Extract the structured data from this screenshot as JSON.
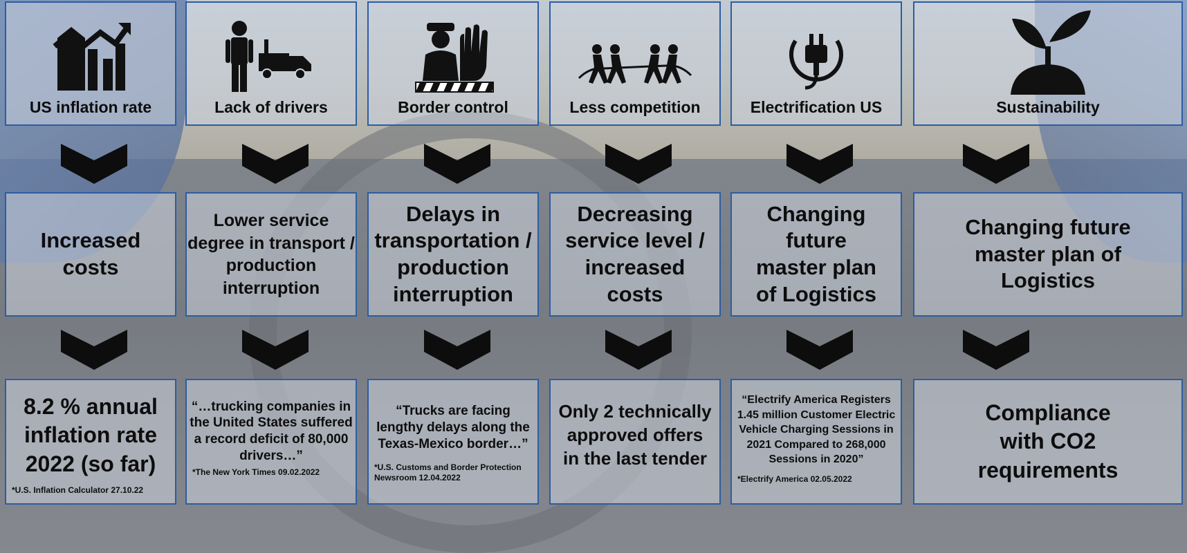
{
  "columns": [
    {
      "icon": "chart-growth-icon",
      "top_label": "US inflation rate",
      "middle": "Increased costs",
      "bottom": "8.2 % annual inflation rate 2022 (so far)",
      "source": "*U.S. Inflation Calculator 27.10.22"
    },
    {
      "icon": "truck-driver-icon",
      "top_label": "Lack of drivers",
      "middle": "Lower service degree in transport / production interruption",
      "bottom": "“…trucking companies in the United States suffered a record deficit of 80,000 drivers…”",
      "source": "*The New York Times 09.02.2022"
    },
    {
      "icon": "border-police-icon",
      "top_label": "Border control",
      "middle": "Delays in transportation / production interruption",
      "bottom": "“Trucks are facing lengthy delays along the Texas-Mexico border…”",
      "source": "*U.S. Customs and Border Protection Newsroom 12.04.2022"
    },
    {
      "icon": "tug-of-war-icon",
      "top_label": "Less competition",
      "middle": "Decreasing service level / increased costs",
      "bottom": "Only 2 technically approved offers in the last tender",
      "source": ""
    },
    {
      "icon": "electric-plug-icon",
      "top_label": "Electrification US",
      "middle": "Changing future master plan of Logistics",
      "bottom": "“Electrify America Registers 1.45 million Customer Electric Vehicle Charging Sessions in 2021 Compared to 268,000 Sessions in 2020”",
      "source": "*Electrify America 02.05.2022"
    },
    {
      "icon": "plant-sprout-icon",
      "top_label": "Sustainability",
      "middle": "Changing future master plan of Logistics",
      "bottom": "Compliance with CO2 requirements",
      "source": ""
    }
  ],
  "colors": {
    "border": "#2c5da3",
    "text": "#0d0d0d",
    "chevron": "#0d0d0d"
  }
}
